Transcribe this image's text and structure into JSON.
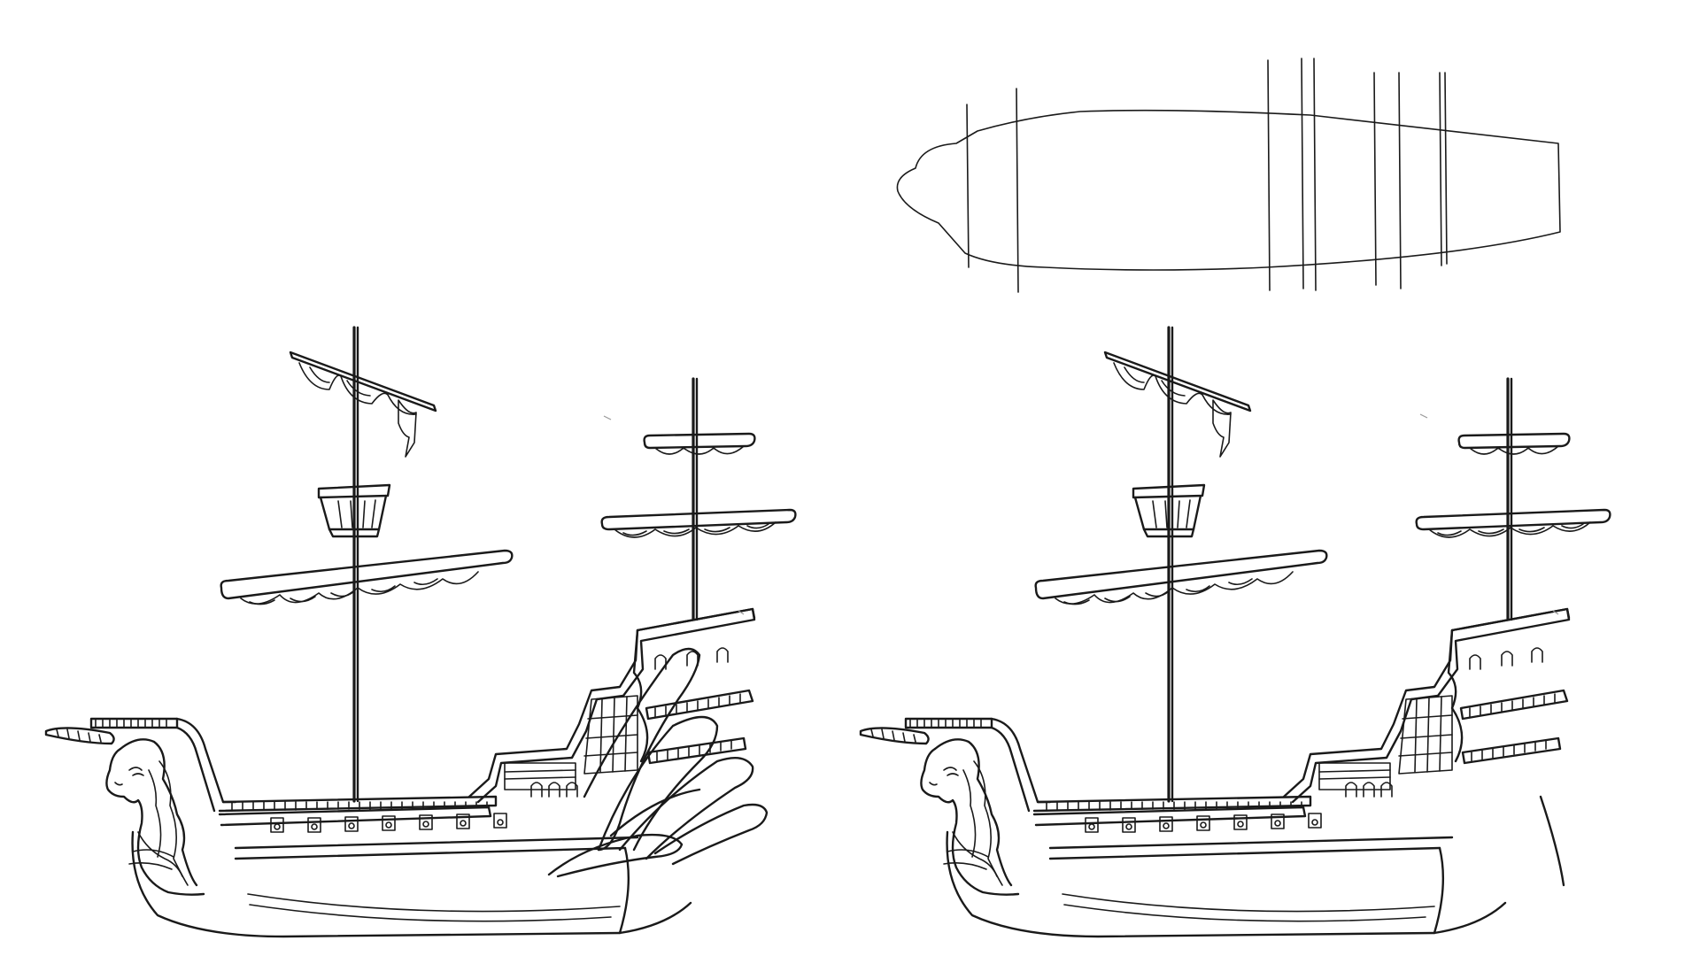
{
  "palette": {
    "background": "#ffffff",
    "ink": "#1a1a1a"
  },
  "panels": [
    {
      "role": "step-1",
      "content": "guide-lines"
    },
    {
      "role": "step-2",
      "content": "ship-with-sails"
    },
    {
      "role": "step-3",
      "content": "ship-finished"
    }
  ]
}
